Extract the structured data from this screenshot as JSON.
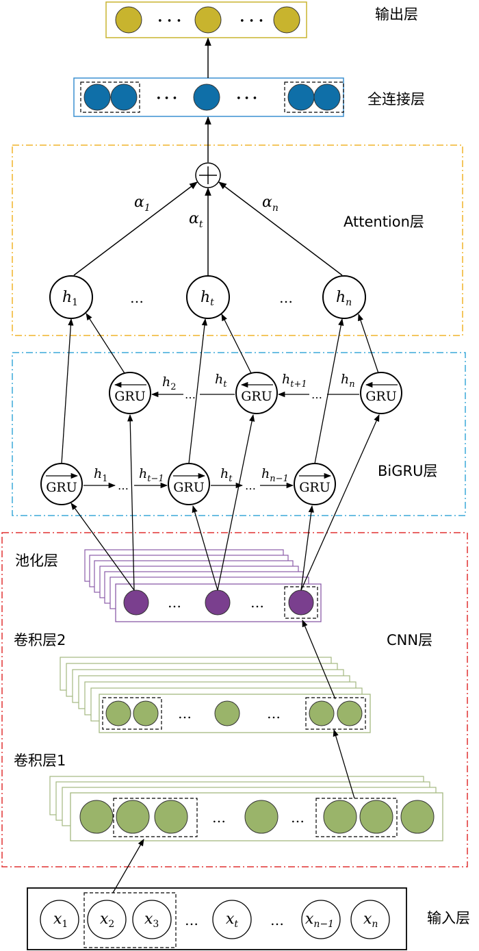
{
  "layers": {
    "output": "输出层",
    "fc": "全连接层",
    "attention": "Attention层",
    "bigru": "BiGRU层",
    "pool": "池化层",
    "conv2": "卷积层2",
    "cnn": "CNN层",
    "conv1": "卷积层1",
    "input": "输入层"
  },
  "attention": {
    "weights": [
      {
        "sym": "α",
        "sub": "1"
      },
      {
        "sym": "α",
        "sub": "t"
      },
      {
        "sym": "α",
        "sub": "n"
      }
    ],
    "sum_symbol": "+",
    "hidden": [
      {
        "sym": "h",
        "sub": "1"
      },
      {
        "sym": "h",
        "sub": "t"
      },
      {
        "sym": "h",
        "sub": "n"
      }
    ]
  },
  "bigru": {
    "cell_label": "GRU",
    "backward_links": [
      {
        "sym": "h",
        "sub": "2"
      },
      {
        "sym": "h",
        "sub": "t"
      },
      {
        "sym": "h",
        "sub": "t+1"
      },
      {
        "sym": "h",
        "sub": "n"
      }
    ],
    "forward_links": [
      {
        "sym": "h",
        "sub": "1"
      },
      {
        "sym": "h",
        "sub": "t−1"
      },
      {
        "sym": "h",
        "sub": "t"
      },
      {
        "sym": "h",
        "sub": "n−1"
      }
    ]
  },
  "inputs": [
    {
      "sym": "x",
      "sub": "1"
    },
    {
      "sym": "x",
      "sub": "2"
    },
    {
      "sym": "x",
      "sub": "3"
    },
    {
      "sym": "x",
      "sub": "t"
    },
    {
      "sym": "x",
      "sub": "n−1"
    },
    {
      "sym": "x",
      "sub": "n"
    }
  ],
  "ellipsis": "…",
  "colors": {
    "output_node": "#c8b42e",
    "fc_node": "#0f6fa8",
    "pool_node": "#7a3f8e",
    "conv_node": "#9ab46a",
    "attention_frame": "#f0b429",
    "bigru_frame": "#3aa9d9",
    "cnn_frame": "#e03030",
    "fc_frame": "#3a8fd0",
    "output_frame": "#c8b42e",
    "pool_frame": "#8a5aa8",
    "conv_frame": "#a3b880"
  }
}
